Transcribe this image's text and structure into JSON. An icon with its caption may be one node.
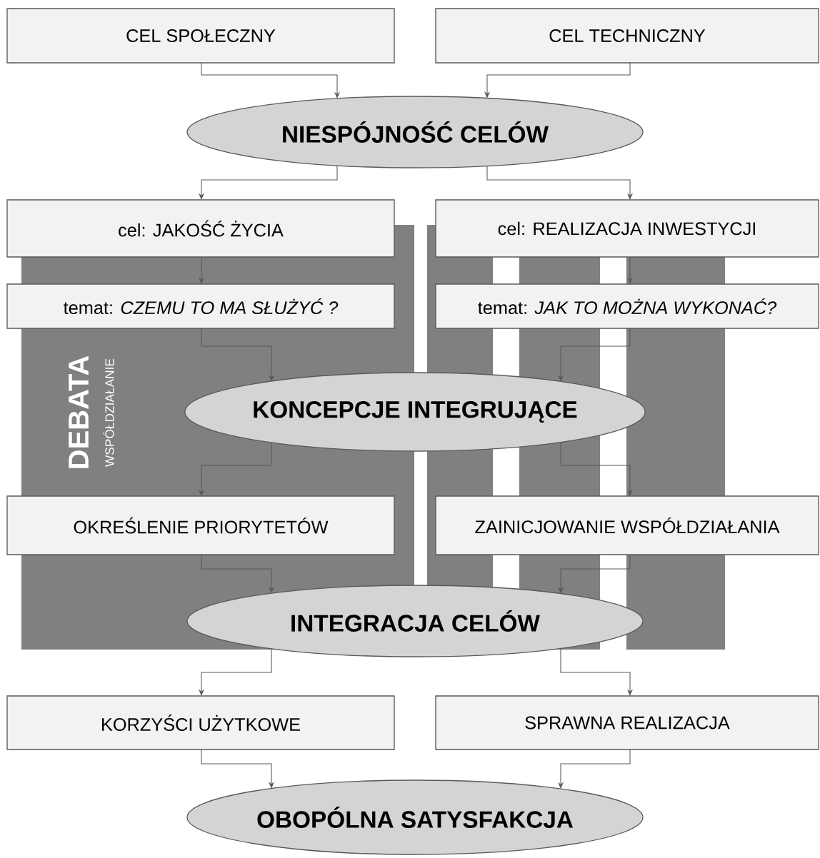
{
  "diagram": {
    "nodes": [
      {
        "text": [
          "CEL SPOŁECZNY"
        ]
      },
      {
        "text": [
          "CEL TECHNICZNY"
        ]
      },
      {
        "text": [
          "NIESPÓJNOŚĆ CELÓW"
        ]
      },
      {
        "text": [
          "cel: JAKOŚĆ ŻYCIA"
        ]
      },
      {
        "text": [
          "cel: REALIZACJA INWESTYCJI"
        ]
      },
      {
        "text": [
          "temat: *CZEMU TO MA SŁUŻYĆ ?*"
        ]
      },
      {
        "text": [
          "temat: *JAK TO MOŻNA WYKONAĆ?*"
        ]
      },
      {
        "text": [
          "KONCEPCJE INTEGRUJĄCE"
        ]
      },
      {
        "text": [
          "OKREŚLENIE PRIORYTETÓW"
        ]
      },
      {
        "text": [
          "ZAINICJOWANIE WSPÓŁDZIAŁANIA"
        ]
      },
      {
        "text": [
          "INTEGRACJA CELÓW"
        ]
      },
      {
        "text": [
          "KORZYŚCI UŻYTKOWE"
        ]
      },
      {
        "text": [
          "SPRAWNA REALIZACJA"
        ]
      },
      {
        "text": [
          "OBOPÓLNA SATYSFAKCJA"
        ]
      }
    ],
    "labels": [
      "DEBATA",
      "WSPÓŁDZIAŁANIE"
    ],
    "edges": [
      {
        "from": 0,
        "to": 2,
        "arrow": "to"
      },
      {
        "from": 1,
        "to": 2,
        "arrow": "to"
      },
      {
        "from": 2,
        "to": 3,
        "arrow": "to"
      },
      {
        "from": 2,
        "to": 4,
        "arrow": "to"
      },
      {
        "from": 3,
        "to": 5,
        "arrow": "to"
      },
      {
        "from": 4,
        "to": 6,
        "arrow": "to"
      },
      {
        "from": 5,
        "to": 7,
        "arrow": "to"
      },
      {
        "from": 6,
        "to": 7,
        "arrow": "to"
      },
      {
        "from": 7,
        "to": 8,
        "arrow": "to"
      },
      {
        "from": 7,
        "to": 9,
        "arrow": "to"
      },
      {
        "from": 8,
        "to": 10,
        "arrow": "to"
      },
      {
        "from": 9,
        "to": 10,
        "arrow": "to"
      },
      {
        "from": 10,
        "to": 11,
        "arrow": "to"
      },
      {
        "from": 10,
        "to": 12,
        "arrow": "to"
      },
      {
        "from": 11,
        "to": 13,
        "arrow": "to"
      },
      {
        "from": 12,
        "to": 13,
        "arrow": "to"
      }
    ]
  }
}
